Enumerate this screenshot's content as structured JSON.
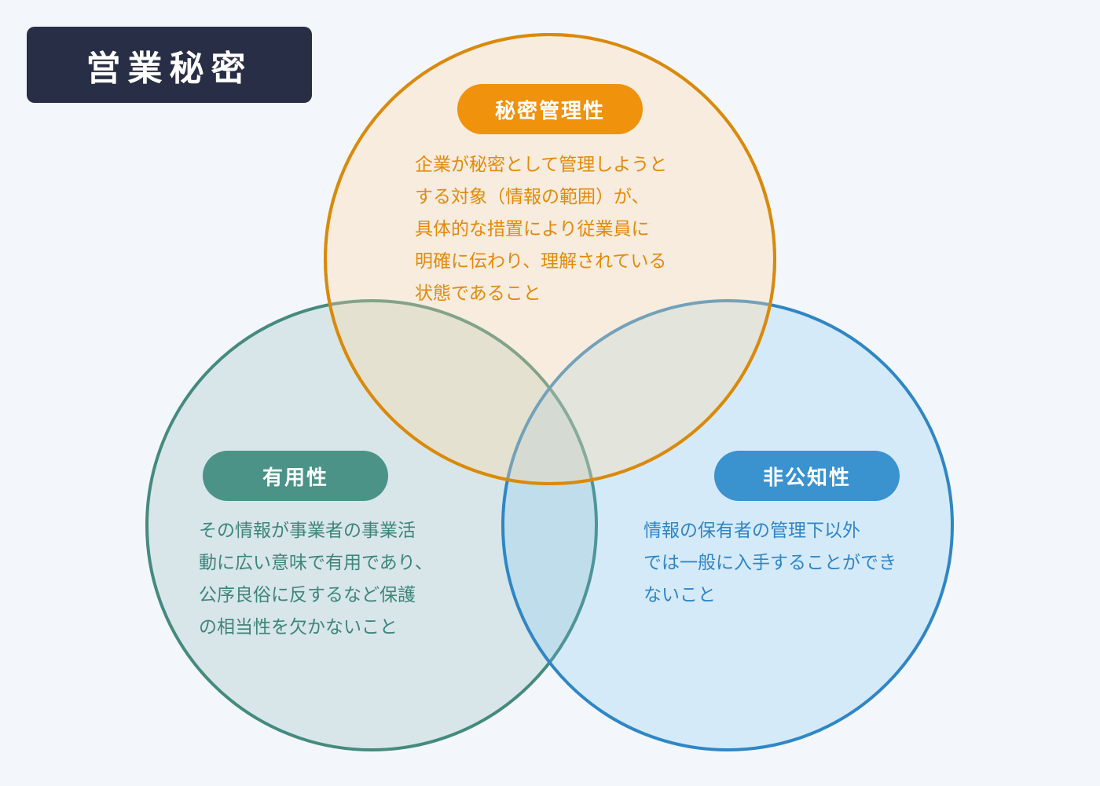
{
  "title": "営業秘密",
  "colors": {
    "background": "#f3f7fc",
    "title_bg": "#282e45",
    "secrecy": "#f0920c",
    "usefulness": "#4b9287",
    "non_public": "#3a92cf"
  },
  "circles": {
    "secrecy": {
      "label": "秘密管理性",
      "lines": [
        "企業が秘密として管理しようと",
        "する対象（情報の範囲）が、",
        "具体的な措置により従業員に",
        "明確に伝わり、理解されている",
        "状態であること"
      ]
    },
    "usefulness": {
      "label": "有用性",
      "lines": [
        "その情報が事業者の事業活",
        "動に広い意味で有用であり、",
        "公序良俗に反するなど保護",
        "の相当性を欠かないこと"
      ]
    },
    "non_public": {
      "label": "非公知性",
      "lines": [
        "情報の保有者の管理下以外",
        "では一般に入手することができ",
        "ないこと"
      ]
    }
  }
}
